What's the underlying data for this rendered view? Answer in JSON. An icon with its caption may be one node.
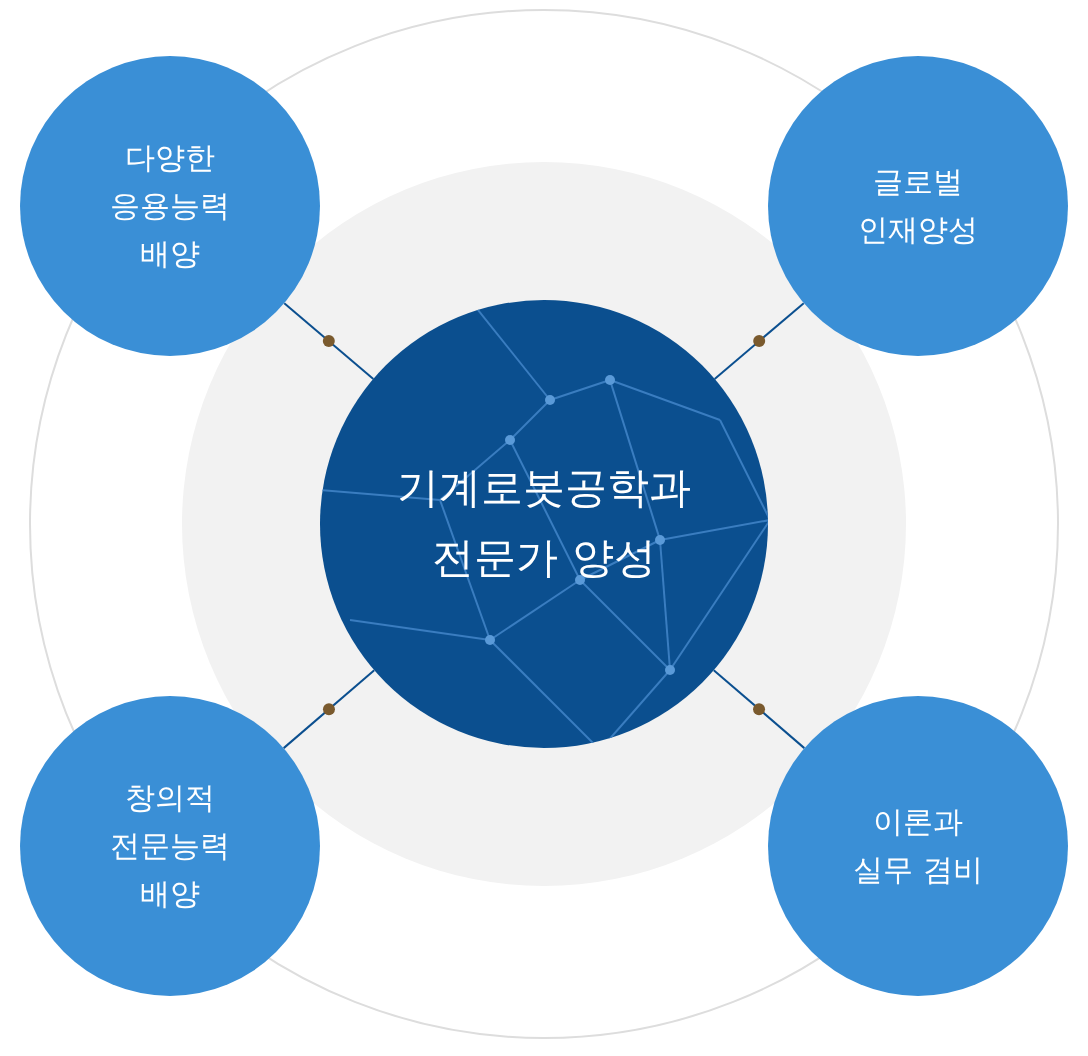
{
  "diagram": {
    "nodes": [
      {
        "text": [
          "기계로봇공학과 전문가 양성"
        ]
      },
      {
        "text": [
          "다양한 응용능력 배양"
        ]
      },
      {
        "text": [
          "글로벌 인재양성"
        ]
      },
      {
        "text": [
          "창의적 전문능력 배양"
        ]
      },
      {
        "text": [
          "이론과 실무 겸비"
        ]
      }
    ],
    "edges": [
      {
        "from": 1,
        "to": 0,
        "arrow": "none"
      },
      {
        "from": 2,
        "to": 0,
        "arrow": "none"
      },
      {
        "from": 3,
        "to": 0,
        "arrow": "none"
      },
      {
        "from": 4,
        "to": 0,
        "arrow": "none"
      }
    ]
  }
}
